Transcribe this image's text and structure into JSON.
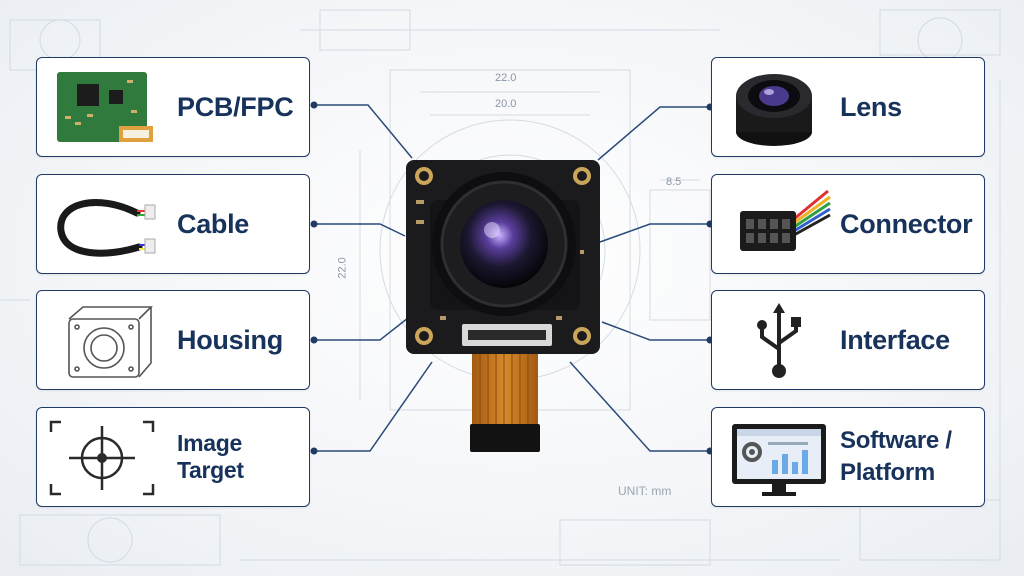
{
  "components_left": [
    {
      "label": "PCB/FPC",
      "icon": "pcb-board-icon"
    },
    {
      "label": "Cable",
      "icon": "cable-icon"
    },
    {
      "label": "Housing",
      "icon": "housing-icon"
    },
    {
      "label": "Image Target",
      "icon": "crosshair-target-icon"
    }
  ],
  "components_right": [
    {
      "label": "Lens",
      "icon": "lens-icon"
    },
    {
      "label": "Connector",
      "icon": "connector-icon"
    },
    {
      "label": "Interface",
      "icon": "usb-icon"
    },
    {
      "label_line1": "Software /",
      "label_line2": "Platform",
      "icon": "monitor-dashboard-icon"
    }
  ],
  "dimensions": {
    "top_outer": "22.0",
    "top_inner": "20.0",
    "side": "22.0",
    "right": "8.5"
  },
  "unit_note": "UNIT: mm",
  "colors": {
    "card_border": "#1f3a63",
    "label": "#17325b",
    "connector_line": "#2a4a78",
    "background": "#f4f6f9"
  }
}
